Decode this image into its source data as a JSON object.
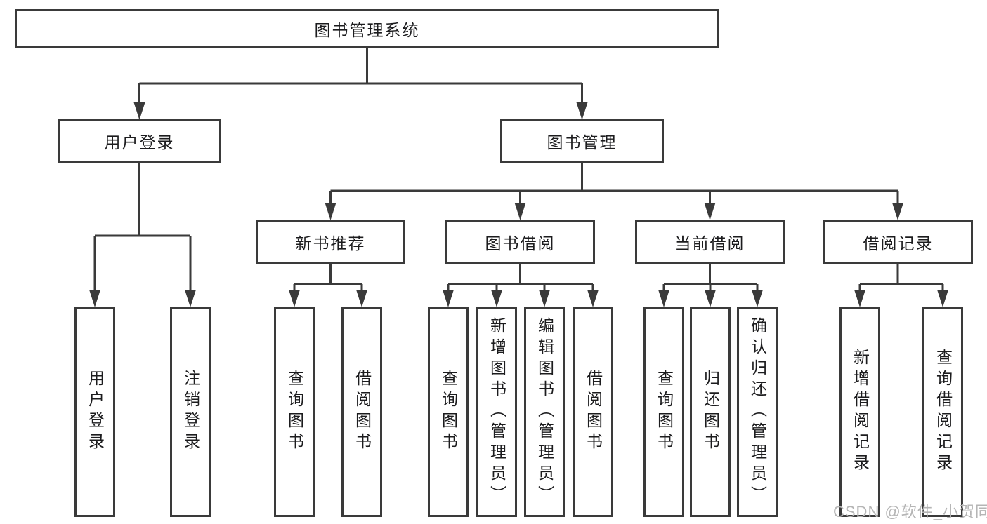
{
  "colors": {
    "line": "#3a3a3a",
    "text": "#1c1c1e",
    "watermark_color": "#b5b5b5",
    "background": "#ffffff"
  },
  "tree": {
    "root": {
      "label": "图书管理系统"
    },
    "children": [
      {
        "label": "用户登录",
        "children": [
          {
            "label": "用户登录"
          },
          {
            "label": "注销登录"
          }
        ]
      },
      {
        "label": "图书管理",
        "children": [
          {
            "label": "新书推荐",
            "children": [
              {
                "label": "查询图书"
              },
              {
                "label": "借阅图书"
              }
            ]
          },
          {
            "label": "图书借阅",
            "children": [
              {
                "label": "查询图书"
              },
              {
                "label": "新增图书（管理员）"
              },
              {
                "label": "编辑图书（管理员）"
              },
              {
                "label": "借阅图书"
              }
            ]
          },
          {
            "label": "当前借阅",
            "children": [
              {
                "label": "查询图书"
              },
              {
                "label": "归还图书"
              },
              {
                "label": "确认归还（管理员）"
              }
            ]
          },
          {
            "label": "借阅记录",
            "children": [
              {
                "label": "新增借阅记录"
              },
              {
                "label": "查询借阅记录"
              }
            ]
          }
        ]
      }
    ]
  },
  "watermark": {
    "text": "CSDN @软件_小贺同学"
  }
}
